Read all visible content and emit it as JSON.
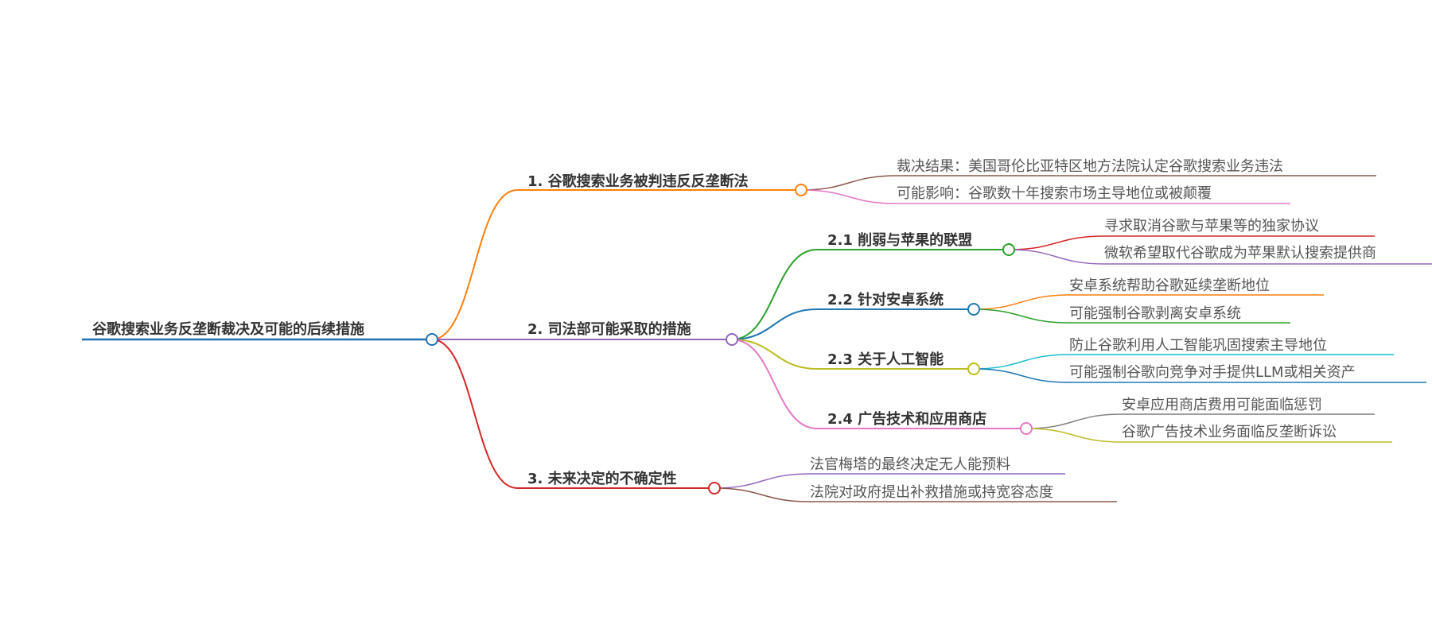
{
  "root": {
    "label": "谷歌搜索业务反垄断裁决及可能的后续措施",
    "color": "#1f6fb2"
  },
  "branches": [
    {
      "label": "1. 谷歌搜索业务被判违反反垄断法",
      "color": "#ff7f0e",
      "leaves": [
        {
          "text": "裁决结果：美国哥伦比亚特区地方法院认定谷歌搜索业务违法",
          "color": "#8c564b"
        },
        {
          "text": "可能影响：谷歌数十年搜索市场主导地位或被颠覆",
          "color": "#e377c2"
        }
      ]
    },
    {
      "label": "2. 司法部可能采取的措施",
      "color": "#9467bd",
      "subs": [
        {
          "label": "2.1 削弱与苹果的联盟",
          "color": "#2ca02c",
          "leaves": [
            {
              "text": "寻求取消谷歌与苹果等的独家协议",
              "color": "#d62728"
            },
            {
              "text": "微软希望取代谷歌成为苹果默认搜索提供商",
              "color": "#9467bd"
            }
          ]
        },
        {
          "label": "2.2 针对安卓系统",
          "color": "#1f77b4",
          "leaves": [
            {
              "text": "安卓系统帮助谷歌延续垄断地位",
              "color": "#ff7f0e"
            },
            {
              "text": "可能强制谷歌剥离安卓系统",
              "color": "#2ca02c"
            }
          ]
        },
        {
          "label": "2.3 关于人工智能",
          "color": "#bcbd22",
          "leaves": [
            {
              "text": "防止谷歌利用人工智能巩固搜索主导地位",
              "color": "#17becf"
            },
            {
              "text": "可能强制谷歌向竞争对手提供LLM或相关资产",
              "color": "#1f77b4"
            }
          ]
        },
        {
          "label": "2.4 广告技术和应用商店",
          "color": "#e377c2",
          "leaves": [
            {
              "text": "安卓应用商店费用可能面临惩罚",
              "color": "#7f7f7f"
            },
            {
              "text": "谷歌广告技术业务面临反垄断诉讼",
              "color": "#bcbd22"
            }
          ]
        }
      ]
    },
    {
      "label": "3. 未来决定的不确定性",
      "color": "#d62728",
      "leaves": [
        {
          "text": "法官梅塔的最终决定无人能预料",
          "color": "#9467bd"
        },
        {
          "text": "法院对政府提出补救措施或持宽容态度",
          "color": "#8c564b"
        }
      ]
    }
  ]
}
